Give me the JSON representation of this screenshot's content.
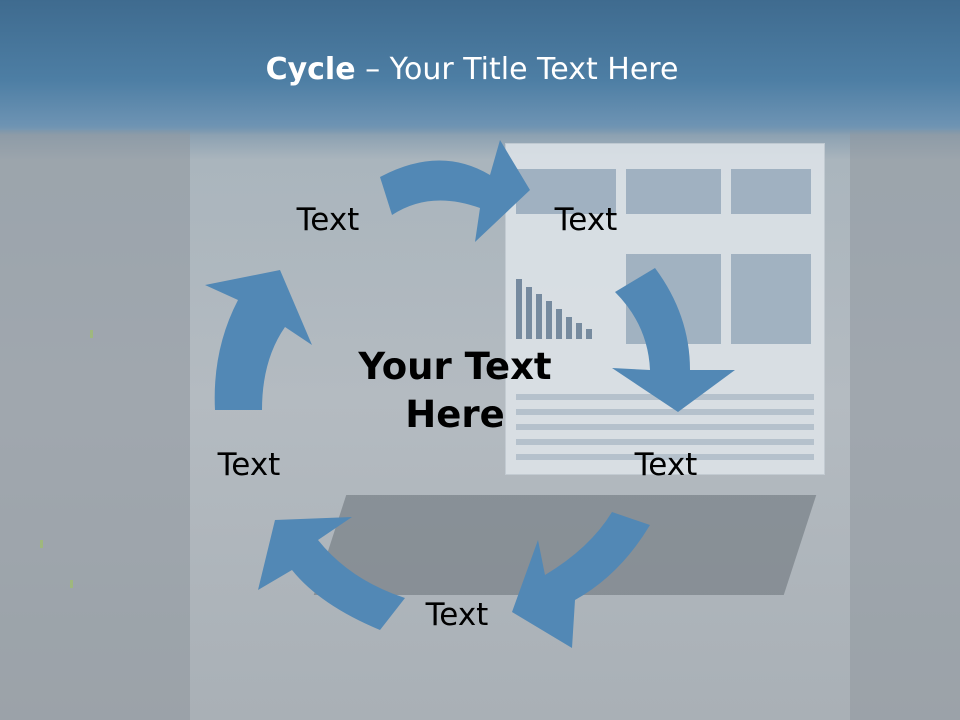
{
  "slide": {
    "title_bold": "Cycle",
    "title_rest": " – Your Title Text Here",
    "center_text_line1": "Your Text",
    "center_text_line2": "Here"
  },
  "cycle": {
    "nodes": [
      {
        "label": "Text"
      },
      {
        "label": "Text"
      },
      {
        "label": "Text"
      },
      {
        "label": "Text"
      },
      {
        "label": "Text"
      }
    ],
    "arrow_count": 5,
    "arrow_color": "#5288b5"
  }
}
